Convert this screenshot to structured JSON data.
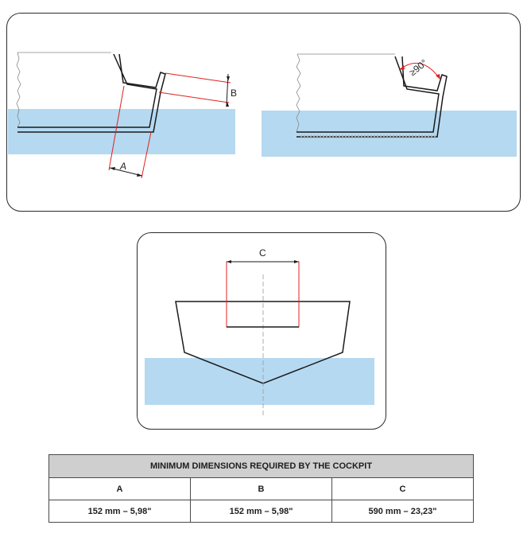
{
  "diagram": {
    "label_a": "A",
    "label_b": "B",
    "label_angle": "≥90°",
    "label_c": "C"
  },
  "colors": {
    "water": "#b5d9f1",
    "dimension_lines": "#e02020",
    "outline": "#1a1a1a"
  },
  "table": {
    "title": "MINIMUM DIMENSIONS REQUIRED BY THE COCKPIT",
    "columns": [
      {
        "header": "A",
        "value": "152 mm – 5,98\""
      },
      {
        "header": "B",
        "value": "152 mm – 5,98\""
      },
      {
        "header": "C",
        "value": "590 mm – 23,23\""
      }
    ]
  }
}
